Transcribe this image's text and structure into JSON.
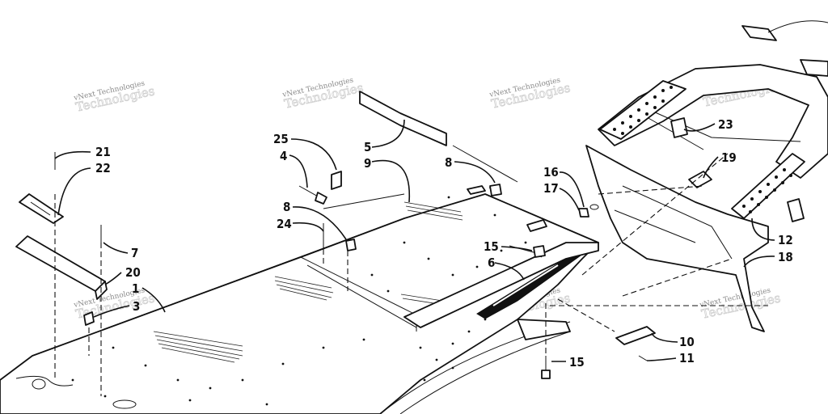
{
  "watermark": {
    "line1": "vNext Technologies",
    "line2": "Technologies"
  },
  "callouts": [
    {
      "id": "c21",
      "label": "21"
    },
    {
      "id": "c22",
      "label": "22"
    },
    {
      "id": "c7",
      "label": "7"
    },
    {
      "id": "c20",
      "label": "20"
    },
    {
      "id": "c1",
      "label": "1"
    },
    {
      "id": "c3",
      "label": "3"
    },
    {
      "id": "c25",
      "label": "25"
    },
    {
      "id": "c4",
      "label": "4"
    },
    {
      "id": "c8a",
      "label": "8"
    },
    {
      "id": "c24",
      "label": "24"
    },
    {
      "id": "c5",
      "label": "5"
    },
    {
      "id": "c9",
      "label": "9"
    },
    {
      "id": "c8b",
      "label": "8"
    },
    {
      "id": "c16",
      "label": "16"
    },
    {
      "id": "c17",
      "label": "17"
    },
    {
      "id": "c15a",
      "label": "15"
    },
    {
      "id": "c6",
      "label": "6"
    },
    {
      "id": "c15b",
      "label": "15"
    },
    {
      "id": "c10",
      "label": "10"
    },
    {
      "id": "c11",
      "label": "11"
    },
    {
      "id": "c23",
      "label": "23"
    },
    {
      "id": "c19",
      "label": "19"
    },
    {
      "id": "c12",
      "label": "12"
    },
    {
      "id": "c18",
      "label": "18"
    }
  ]
}
